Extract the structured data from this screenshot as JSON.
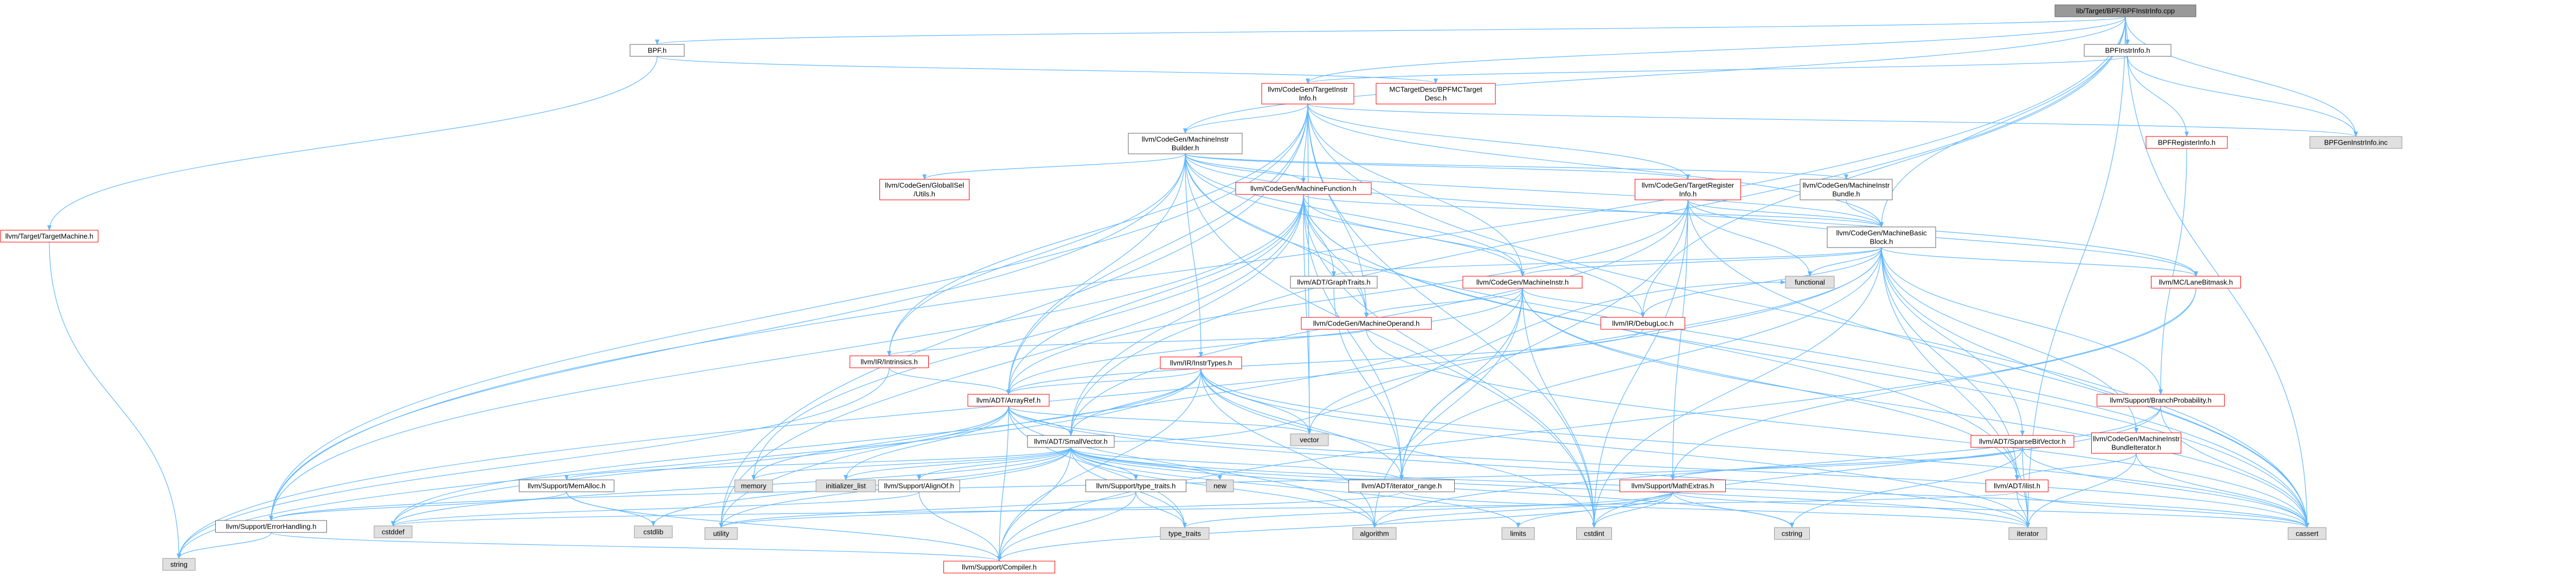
{
  "colors": {
    "edge": "#63b8ff",
    "node_border_normal": "#666666",
    "node_border_red": "#ff0000",
    "node_fill_white": "#ffffff",
    "node_fill_grey": "#e0e0e0",
    "node_fill_root": "#999999"
  },
  "nodes": [
    {
      "id": "root",
      "label": [
        "lib/Target/BPF/BPFInstrInfo.cpp"
      ],
      "style": "root"
    },
    {
      "id": "bpfh",
      "label": [
        "BPF.h"
      ],
      "style": "normal"
    },
    {
      "id": "bpfinstrinfoh",
      "label": [
        "BPFInstrInfo.h"
      ],
      "style": "normal"
    },
    {
      "id": "targetmachine",
      "label": [
        "llvm/Target/TargetMachine.h"
      ],
      "style": "red"
    },
    {
      "id": "targetinstrinfo",
      "label": [
        "llvm/CodeGen/TargetInstr",
        "Info.h"
      ],
      "style": "red"
    },
    {
      "id": "mcdesc",
      "label": [
        "MCTargetDesc/BPFMCTarget",
        "Desc.h"
      ],
      "style": "red"
    },
    {
      "id": "bpfgeninstrinfo",
      "label": [
        "BPFGenInstrInfo.inc"
      ],
      "style": "grey"
    },
    {
      "id": "bpfregisterinfo",
      "label": [
        "BPFRegisterInfo.h"
      ],
      "style": "red"
    },
    {
      "id": "mibuilder",
      "label": [
        "llvm/CodeGen/MachineInstr",
        "Builder.h"
      ],
      "style": "normal"
    },
    {
      "id": "globalisel",
      "label": [
        "llvm/CodeGen/GlobalISel",
        "/Utils.h"
      ],
      "style": "red"
    },
    {
      "id": "machinefunction",
      "label": [
        "llvm/CodeGen/MachineFunction.h"
      ],
      "style": "red"
    },
    {
      "id": "targetregisterinfo",
      "label": [
        "llvm/CodeGen/TargetRegister",
        "Info.h"
      ],
      "style": "red"
    },
    {
      "id": "mibundle",
      "label": [
        "llvm/CodeGen/MachineInstr",
        "Bundle.h"
      ],
      "style": "normal"
    },
    {
      "id": "mbb",
      "label": [
        "llvm/CodeGen/MachineBasic",
        "Block.h"
      ],
      "style": "normal"
    },
    {
      "id": "functional",
      "label": [
        "functional"
      ],
      "style": "grey"
    },
    {
      "id": "graphtraits",
      "label": [
        "llvm/ADT/GraphTraits.h"
      ],
      "style": "normal"
    },
    {
      "id": "machineinstr",
      "label": [
        "llvm/CodeGen/MachineInstr.h"
      ],
      "style": "red"
    },
    {
      "id": "lanebitmask",
      "label": [
        "llvm/MC/LaneBitmask.h"
      ],
      "style": "red"
    },
    {
      "id": "machineoperand",
      "label": [
        "llvm/CodeGen/MachineOperand.h"
      ],
      "style": "red"
    },
    {
      "id": "debugloc",
      "label": [
        "llvm/IR/DebugLoc.h"
      ],
      "style": "red"
    },
    {
      "id": "intrinsics",
      "label": [
        "llvm/IR/Intrinsics.h"
      ],
      "style": "red"
    },
    {
      "id": "instrtypes",
      "label": [
        "llvm/IR/InstrTypes.h"
      ],
      "style": "red"
    },
    {
      "id": "branchprob",
      "label": [
        "llvm/Support/BranchProbability.h"
      ],
      "style": "red"
    },
    {
      "id": "arrayref",
      "label": [
        "llvm/ADT/ArrayRef.h"
      ],
      "style": "red"
    },
    {
      "id": "vector",
      "label": [
        "vector"
      ],
      "style": "grey"
    },
    {
      "id": "sparsebitvector",
      "label": [
        "llvm/ADT/SparseBitVector.h"
      ],
      "style": "red"
    },
    {
      "id": "bundleiterator",
      "label": [
        "llvm/CodeGen/MachineInstr",
        "BundleIterator.h"
      ],
      "style": "red"
    },
    {
      "id": "smallvector",
      "label": [
        "llvm/ADT/SmallVector.h"
      ],
      "style": "normal"
    },
    {
      "id": "memory",
      "label": [
        "memory"
      ],
      "style": "grey"
    },
    {
      "id": "initlist",
      "label": [
        "initializer_list"
      ],
      "style": "grey"
    },
    {
      "id": "typeorder",
      "label": [
        "llvm/Support/AlignOf.h"
      ],
      "style": "normal"
    },
    {
      "id": "new",
      "label": [
        "new"
      ],
      "style": "grey"
    },
    {
      "id": "iteratorrange",
      "label": [
        "llvm/ADT/iterator_range.h"
      ],
      "style": "normal"
    },
    {
      "id": "mathextras",
      "label": [
        "llvm/Support/MathExtras.h"
      ],
      "style": "red"
    },
    {
      "id": "ilist",
      "label": [
        "llvm/ADT/ilist.h"
      ],
      "style": "red"
    },
    {
      "id": "memalloc",
      "label": [
        "llvm/Support/MemAlloc.h"
      ],
      "style": "normal"
    },
    {
      "id": "typetraitsh",
      "label": [
        "llvm/Support/type_traits.h"
      ],
      "style": "normal"
    },
    {
      "id": "errorhandling",
      "label": [
        "llvm/Support/ErrorHandling.h"
      ],
      "style": "normal"
    },
    {
      "id": "cstddef",
      "label": [
        "cstddef"
      ],
      "style": "grey"
    },
    {
      "id": "cstdlib",
      "label": [
        "cstdlib"
      ],
      "style": "grey"
    },
    {
      "id": "utility",
      "label": [
        "utility"
      ],
      "style": "grey"
    },
    {
      "id": "typetraits",
      "label": [
        "type_traits"
      ],
      "style": "grey"
    },
    {
      "id": "algorithm",
      "label": [
        "algorithm"
      ],
      "style": "grey"
    },
    {
      "id": "limits",
      "label": [
        "limits"
      ],
      "style": "grey"
    },
    {
      "id": "cstdint",
      "label": [
        "cstdint"
      ],
      "style": "grey"
    },
    {
      "id": "cstring",
      "label": [
        "cstring"
      ],
      "style": "grey"
    },
    {
      "id": "iterator",
      "label": [
        "iterator"
      ],
      "style": "grey"
    },
    {
      "id": "cassert",
      "label": [
        "cassert"
      ],
      "style": "grey"
    },
    {
      "id": "string",
      "label": [
        "string"
      ],
      "style": "grey"
    },
    {
      "id": "compiler",
      "label": [
        "llvm/Support/Compiler.h"
      ],
      "style": "red"
    }
  ],
  "edges": [
    [
      "root",
      "bpfh"
    ],
    [
      "root",
      "bpfinstrinfoh"
    ],
    [
      "root",
      "bpfgeninstrinfo"
    ],
    [
      "root",
      "targetinstrinfo"
    ],
    [
      "root",
      "mibuilder"
    ],
    [
      "root",
      "mbb"
    ],
    [
      "root",
      "debugloc"
    ],
    [
      "root",
      "errorhandling"
    ],
    [
      "root",
      "iterator"
    ],
    [
      "root",
      "cassert"
    ],
    [
      "root",
      "smallvector"
    ],
    [
      "bpfh",
      "targetmachine"
    ],
    [
      "bpfh",
      "mcdesc"
    ],
    [
      "bpfinstrinfoh",
      "bpfregisterinfo"
    ],
    [
      "bpfinstrinfoh",
      "targetinstrinfo"
    ],
    [
      "bpfinstrinfoh",
      "bpfgeninstrinfo"
    ],
    [
      "targetmachine",
      "string"
    ],
    [
      "targetinstrinfo",
      "mibuilder"
    ],
    [
      "targetinstrinfo",
      "machinefunction"
    ],
    [
      "targetinstrinfo",
      "mbb"
    ],
    [
      "targetinstrinfo",
      "machineinstr"
    ],
    [
      "targetinstrinfo",
      "machineoperand"
    ],
    [
      "targetinstrinfo",
      "arrayref"
    ],
    [
      "targetinstrinfo",
      "errorhandling"
    ],
    [
      "targetinstrinfo",
      "cassert"
    ],
    [
      "targetinstrinfo",
      "cstdint"
    ],
    [
      "targetinstrinfo",
      "utility"
    ],
    [
      "targetinstrinfo",
      "vector"
    ],
    [
      "targetinstrinfo",
      "intrinsics"
    ],
    [
      "targetinstrinfo",
      "bpfgeninstrinfo"
    ],
    [
      "targetinstrinfo",
      "targetregisterinfo"
    ],
    [
      "bpfregisterinfo",
      "branchprob"
    ],
    [
      "mibuilder",
      "globalisel"
    ],
    [
      "mibuilder",
      "machinefunction"
    ],
    [
      "mibuilder",
      "targetregisterinfo"
    ],
    [
      "mibuilder",
      "mibundle"
    ],
    [
      "mibuilder",
      "mbb"
    ],
    [
      "mibuilder",
      "machineinstr"
    ],
    [
      "mibuilder",
      "machineoperand"
    ],
    [
      "mibuilder",
      "debugloc"
    ],
    [
      "mibuilder",
      "intrinsics"
    ],
    [
      "mibuilder",
      "instrtypes"
    ],
    [
      "mibuilder",
      "arrayref"
    ],
    [
      "mibuilder",
      "errorhandling"
    ],
    [
      "mibuilder",
      "cassert"
    ],
    [
      "mibuilder",
      "cstdint"
    ],
    [
      "mibuilder",
      "lanebitmask"
    ],
    [
      "machinefunction",
      "graphtraits"
    ],
    [
      "machinefunction",
      "mbb"
    ],
    [
      "machinefunction",
      "machineinstr"
    ],
    [
      "machinefunction",
      "arrayref"
    ],
    [
      "machinefunction",
      "smallvector"
    ],
    [
      "machinefunction",
      "iteratorrange"
    ],
    [
      "machinefunction",
      "ilist"
    ],
    [
      "machinefunction",
      "memory"
    ],
    [
      "machinefunction",
      "vector"
    ],
    [
      "machinefunction",
      "cassert"
    ],
    [
      "machinefunction",
      "cstdint"
    ],
    [
      "machinefunction",
      "utility"
    ],
    [
      "machinefunction",
      "errorhandling"
    ],
    [
      "machinefunction",
      "machineoperand"
    ],
    [
      "targetregisterinfo",
      "mbb"
    ],
    [
      "targetregisterinfo",
      "functional"
    ],
    [
      "targetregisterinfo",
      "arrayref"
    ],
    [
      "targetregisterinfo",
      "smallvector"
    ],
    [
      "targetregisterinfo",
      "iteratorrange"
    ],
    [
      "targetregisterinfo",
      "mathextras"
    ],
    [
      "targetregisterinfo",
      "cassert"
    ],
    [
      "targetregisterinfo",
      "cstdint"
    ],
    [
      "targetregisterinfo",
      "lanebitmask"
    ],
    [
      "mibundle",
      "mbb"
    ],
    [
      "mbb",
      "graphtraits"
    ],
    [
      "mbb",
      "machineinstr"
    ],
    [
      "mbb",
      "lanebitmask"
    ],
    [
      "mbb",
      "debugloc"
    ],
    [
      "mbb",
      "branchprob"
    ],
    [
      "mbb",
      "sparsebitvector"
    ],
    [
      "mbb",
      "bundleiterator"
    ],
    [
      "mbb",
      "ilist"
    ],
    [
      "mbb",
      "iteratorrange"
    ],
    [
      "mbb",
      "functional"
    ],
    [
      "mbb",
      "cassert"
    ],
    [
      "mbb",
      "iterator"
    ],
    [
      "mbb",
      "string"
    ],
    [
      "mbb",
      "vector"
    ],
    [
      "mbb",
      "cstdint"
    ],
    [
      "machineinstr",
      "machineoperand"
    ],
    [
      "machineinstr",
      "debugloc"
    ],
    [
      "machineinstr",
      "arrayref"
    ],
    [
      "machineinstr",
      "iteratorrange"
    ],
    [
      "machineinstr",
      "ilist"
    ],
    [
      "machineinstr",
      "cassert"
    ],
    [
      "machineinstr",
      "cstdint"
    ],
    [
      "machineinstr",
      "utility"
    ],
    [
      "machineinstr",
      "algorithm"
    ],
    [
      "machineoperand",
      "intrinsics"
    ],
    [
      "machineoperand",
      "cassert"
    ],
    [
      "intrinsics",
      "arrayref"
    ],
    [
      "intrinsics",
      "string"
    ],
    [
      "instrtypes",
      "arrayref"
    ],
    [
      "instrtypes",
      "iteratorrange"
    ],
    [
      "instrtypes",
      "algorithm"
    ],
    [
      "instrtypes",
      "cassert"
    ],
    [
      "instrtypes",
      "cstddef"
    ],
    [
      "instrtypes",
      "cstdint"
    ],
    [
      "instrtypes",
      "iterator"
    ],
    [
      "instrtypes",
      "string"
    ],
    [
      "instrtypes",
      "vector"
    ],
    [
      "instrtypes",
      "smallvector"
    ],
    [
      "instrtypes",
      "compiler"
    ],
    [
      "branchprob",
      "cassert"
    ],
    [
      "branchprob",
      "cstdint"
    ],
    [
      "branchprob",
      "algorithm"
    ],
    [
      "arrayref",
      "smallvector"
    ],
    [
      "arrayref",
      "compiler"
    ],
    [
      "arrayref",
      "algorithm"
    ],
    [
      "arrayref",
      "array"
    ],
    [
      "arrayref",
      "cassert"
    ],
    [
      "arrayref",
      "cstddef"
    ],
    [
      "arrayref",
      "initlist"
    ],
    [
      "arrayref",
      "iterator"
    ],
    [
      "arrayref",
      "memory"
    ],
    [
      "arrayref",
      "type_traits"
    ],
    [
      "arrayref",
      "vector"
    ],
    [
      "arrayref",
      "typetraits"
    ],
    [
      "sparsebitvector",
      "mathextras"
    ],
    [
      "sparsebitvector",
      "errorhandling"
    ],
    [
      "sparsebitvector",
      "cassert"
    ],
    [
      "sparsebitvector",
      "climits"
    ],
    [
      "sparsebitvector",
      "cstring"
    ],
    [
      "sparsebitvector",
      "iterator"
    ],
    [
      "bundleiterator",
      "ilist"
    ],
    [
      "bundleiterator",
      "cassert"
    ],
    [
      "bundleiterator",
      "iterator"
    ],
    [
      "smallvector",
      "memalloc"
    ],
    [
      "smallvector",
      "typeorder"
    ],
    [
      "smallvector",
      "typetraitsh"
    ],
    [
      "smallvector",
      "new"
    ],
    [
      "smallvector",
      "iteratorrange"
    ],
    [
      "smallvector",
      "compiler"
    ],
    [
      "smallvector",
      "algorithm"
    ],
    [
      "smallvector",
      "cassert"
    ],
    [
      "smallvector",
      "cstddef"
    ],
    [
      "smallvector",
      "cstdlib"
    ],
    [
      "smallvector",
      "cstring"
    ],
    [
      "smallvector",
      "functional"
    ],
    [
      "smallvector",
      "initlist"
    ],
    [
      "smallvector",
      "iterator"
    ],
    [
      "smallvector",
      "limits"
    ],
    [
      "smallvector",
      "memory"
    ],
    [
      "smallvector",
      "typetraits"
    ],
    [
      "smallvector",
      "utility"
    ],
    [
      "memalloc",
      "compiler"
    ],
    [
      "memalloc",
      "errorhandling"
    ],
    [
      "memalloc",
      "cstdlib"
    ],
    [
      "typeorder",
      "compiler"
    ],
    [
      "typeorder",
      "cstddef"
    ],
    [
      "typetraitsh",
      "compiler"
    ],
    [
      "typetraitsh",
      "typetraits"
    ],
    [
      "typetraitsh",
      "utility"
    ],
    [
      "iteratorrange",
      "utility"
    ],
    [
      "iteratorrange",
      "iterator"
    ],
    [
      "mathextras",
      "compiler"
    ],
    [
      "mathextras",
      "cassert"
    ],
    [
      "mathextras",
      "climits"
    ],
    [
      "mathextras",
      "cstdint"
    ],
    [
      "mathextras",
      "cstring"
    ],
    [
      "mathextras",
      "limits"
    ],
    [
      "mathextras",
      "typetraits"
    ],
    [
      "mathextras",
      "algorithm"
    ],
    [
      "ilist",
      "cassert"
    ],
    [
      "ilist",
      "iterator"
    ],
    [
      "ilist",
      "cstddef"
    ],
    [
      "errorhandling",
      "compiler"
    ],
    [
      "errorhandling",
      "string"
    ],
    [
      "debugloc",
      "arrayref"
    ],
    [
      "graphtraits",
      "iteratorrange"
    ],
    [
      "lanebitmask",
      "compiler"
    ],
    [
      "lanebitmask",
      "mathextras"
    ]
  ]
}
